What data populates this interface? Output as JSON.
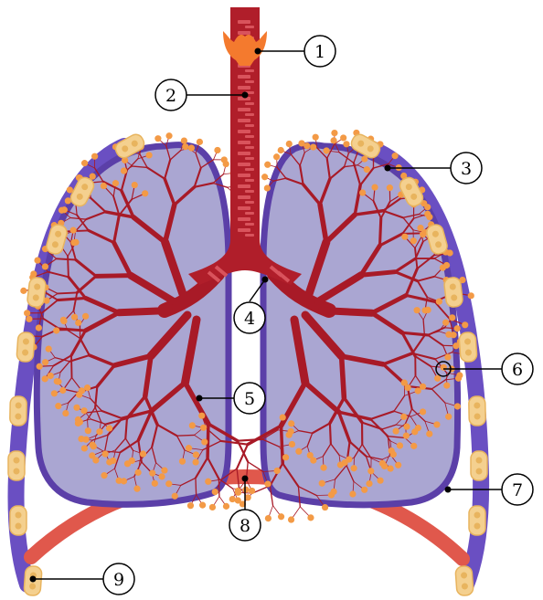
{
  "colors": {
    "trachea": "#b01e2a",
    "trachea_stripe": "#d9535c",
    "larynx": "#f47a2e",
    "bronchi": "#a81a27",
    "alveoli": "#f39a46",
    "lung_fill": "#aaa6d2",
    "lung_outline": "#5b3fa8",
    "pleura": "#6a4fc2",
    "rib": "#f4d08f",
    "rib_outline": "#e8b45e",
    "diaphragm": "#e0584c",
    "callout_line": "#000000"
  },
  "callouts": [
    {
      "number": "1"
    },
    {
      "number": "2"
    },
    {
      "number": "3"
    },
    {
      "number": "4"
    },
    {
      "number": "5"
    },
    {
      "number": "6"
    },
    {
      "number": "7"
    },
    {
      "number": "8"
    },
    {
      "number": "9"
    }
  ]
}
